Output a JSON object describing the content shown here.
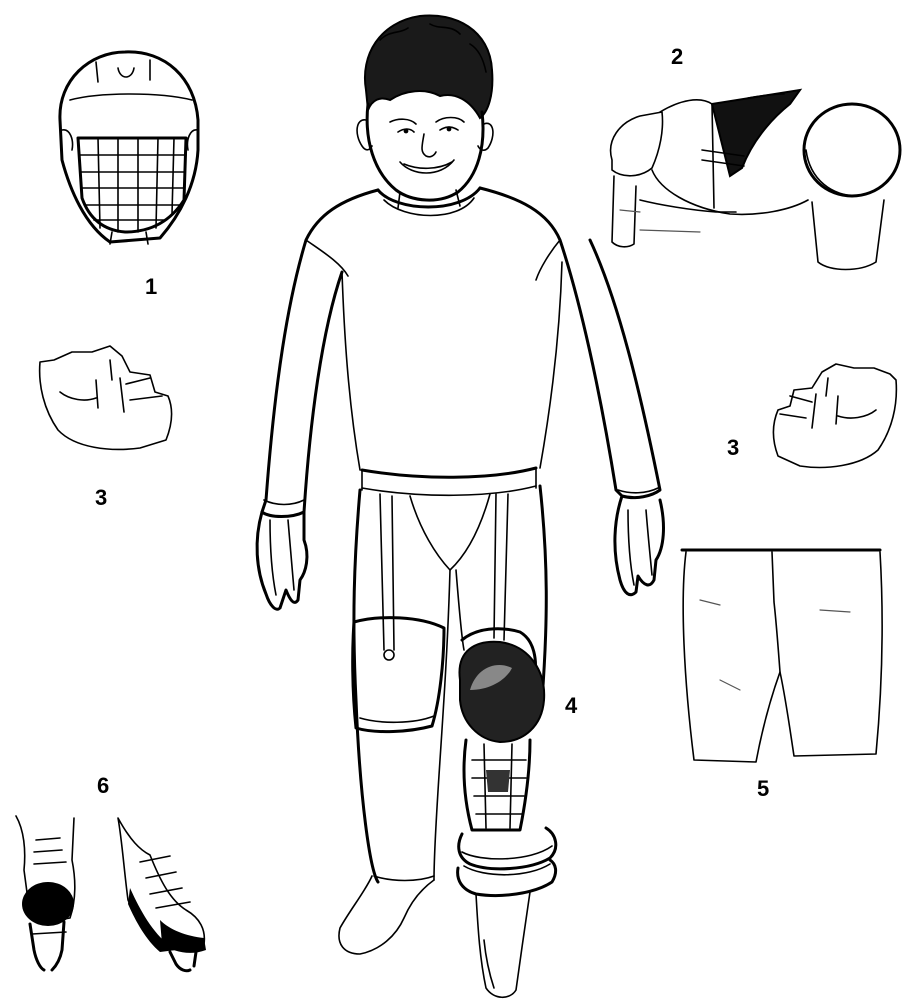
{
  "labels": {
    "helmet": "1",
    "shoulder_pads": "2",
    "glove_left": "3",
    "glove_right": "3",
    "shin_pad": "4",
    "pants": "5",
    "skates": "6"
  }
}
